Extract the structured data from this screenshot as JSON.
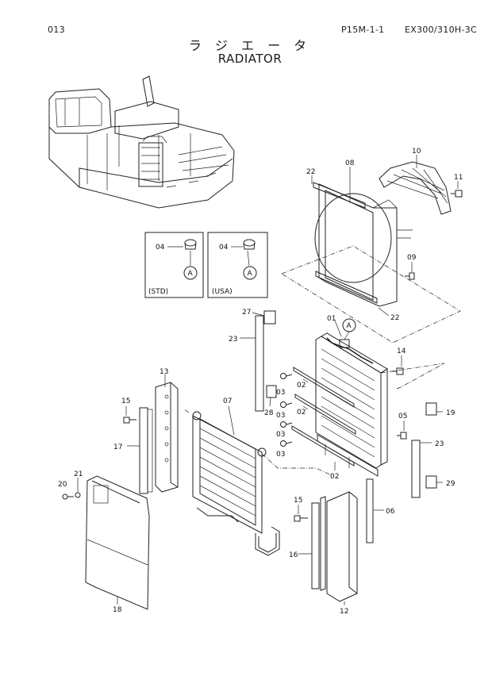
{
  "header": {
    "page_no": "013",
    "ref_no": "P15M-1-1",
    "model": "EX300/310H-3C"
  },
  "title": {
    "japanese": "ラ ジ エ ー タ",
    "english": "RADIATOR"
  },
  "callouts": [
    "01",
    "02",
    "02",
    "02",
    "03",
    "03",
    "03",
    "03",
    "04",
    "04",
    "05",
    "06",
    "07",
    "08",
    "09",
    "10",
    "11",
    "12",
    "13",
    "14",
    "15",
    "15",
    "16",
    "17",
    "18",
    "19",
    "20",
    "21",
    "22",
    "22",
    "23",
    "23",
    "27",
    "28",
    "29"
  ],
  "detail_boxes": [
    {
      "label": "(STD)",
      "part": "04",
      "ref": "A"
    },
    {
      "label": "(USA)",
      "part": "04",
      "ref": "A"
    }
  ],
  "ref_marker": "A"
}
